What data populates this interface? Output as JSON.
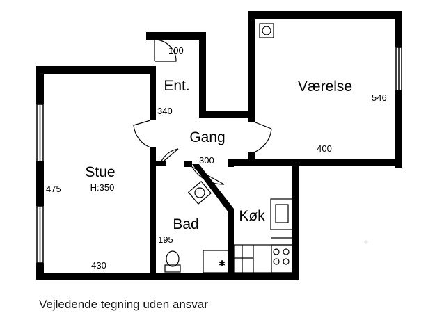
{
  "rooms": {
    "stue": {
      "name": "Stue",
      "height": "H:350",
      "dim_vertical": "475",
      "dim_horizontal": "430"
    },
    "vaerelse": {
      "name": "Værelse",
      "dim_vertical": "546",
      "dim_horizontal": "400"
    },
    "entre": {
      "name": "Ent.",
      "dim_top": "100",
      "dim_side": "340"
    },
    "gang": {
      "name": "Gang",
      "dim": "300"
    },
    "bad": {
      "name": "Bad",
      "dim": "195"
    },
    "koekken": {
      "name": "Køk"
    }
  },
  "disclaimer": "Vejledende tegning uden ansvar",
  "colors": {
    "wall": "#000000",
    "background": "#ffffff",
    "line": "#333333"
  }
}
